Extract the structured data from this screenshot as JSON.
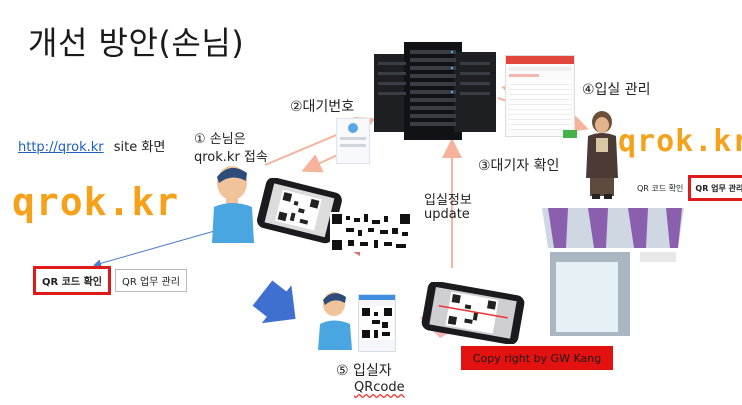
{
  "title": "개선 방안(손님)",
  "site_link": "http://qrok.kr",
  "site_caption": "site 화면",
  "brand_left": "qrok.kr",
  "brand_right": "qrok.kr",
  "step1_line1": "① 손님은",
  "step1_line2": "qrok.kr  접속",
  "step2": "②대기번호",
  "step3": "③대기자 확인",
  "step4": "④입실 관리",
  "step5_line1": "⑤  입실자",
  "step5_line2": "QRcode",
  "update_line1": "입실정보",
  "update_line2": "update",
  "btn_qr_check": "QR 코드 확인",
  "btn_qr_manage": "QR 업무 관리",
  "btn_qr_check_small": "QR 코드 확인",
  "btn_qr_manage_small": "QR 업무 관리",
  "copyright": "Copy right by GW Kang",
  "colors": {
    "brand": "#f5a21a",
    "highlight": "#e01919",
    "arrow": "#f4b39a",
    "link": "#1f5fbf"
  }
}
